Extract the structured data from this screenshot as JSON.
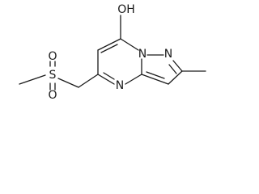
{
  "molecule": {
    "atoms": {
      "oh": "OH",
      "n_bridge": "N",
      "n_pyrazole": "N",
      "n_pyrimidine": "N",
      "sulfur": "S",
      "o_upper": "O",
      "o_lower": "O"
    }
  }
}
